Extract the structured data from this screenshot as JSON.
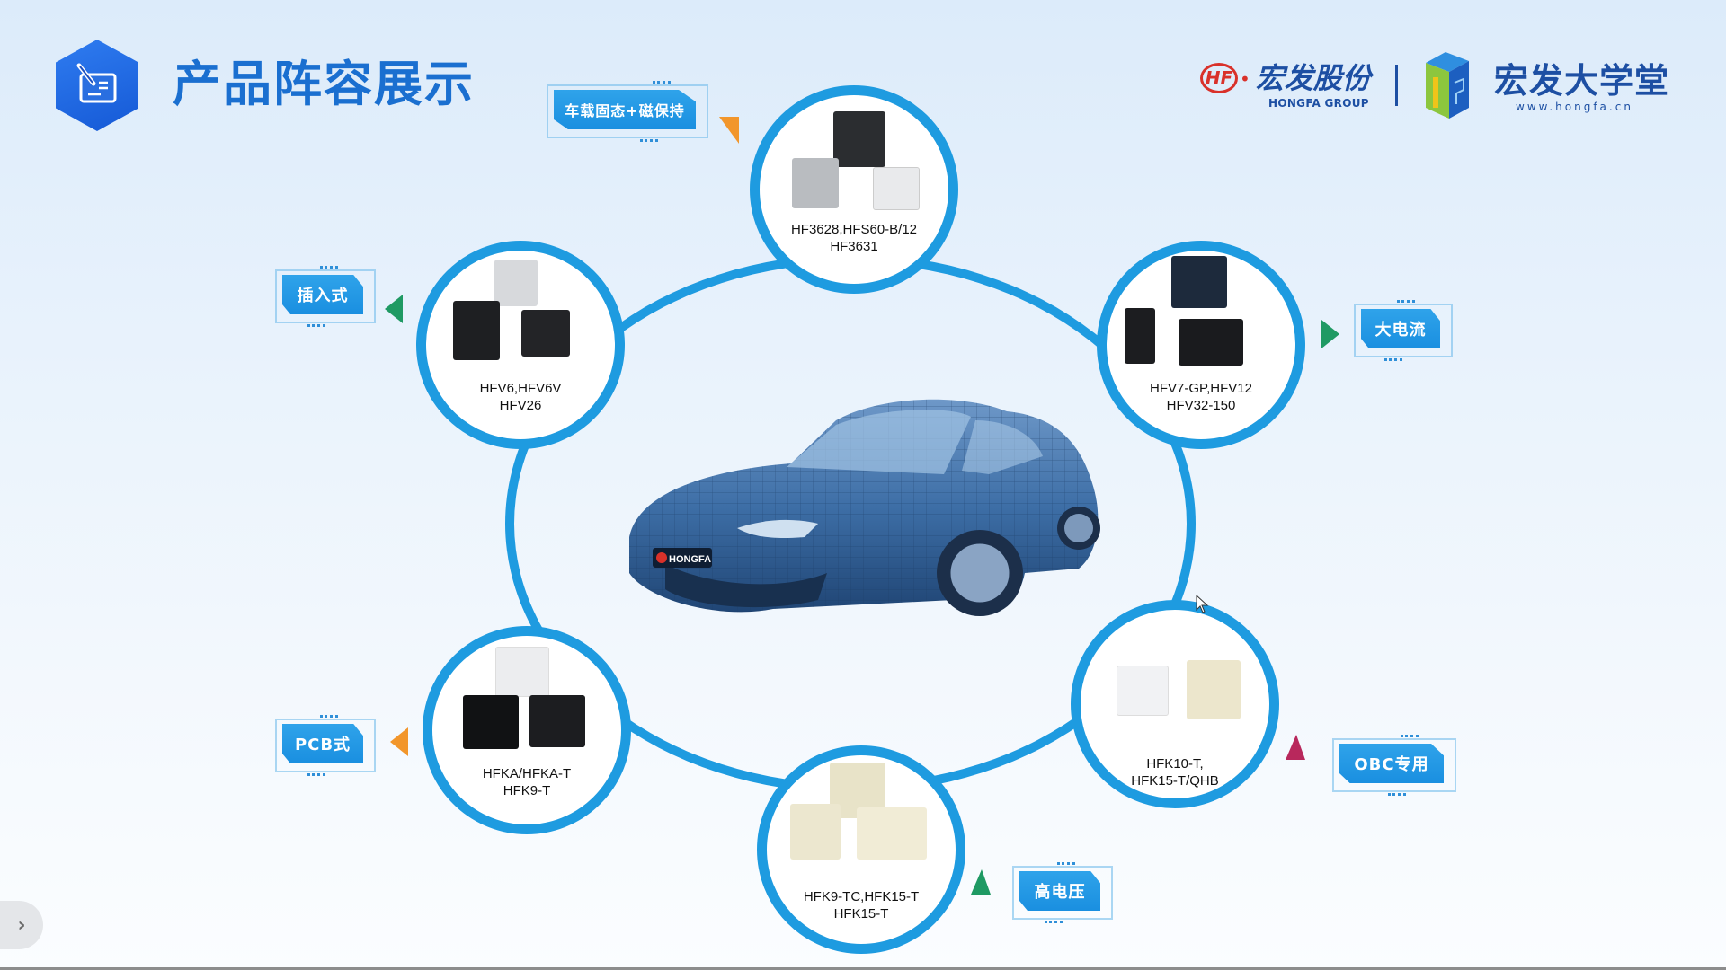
{
  "header": {
    "title": "产品阵容展示",
    "icon": "document-edit-icon"
  },
  "logos": {
    "group_mark": "HF",
    "group_cn": "宏发股份",
    "group_en": "HONGFA GROUP",
    "academy_cn": "宏发大学堂",
    "academy_url": "www.hongfa.cn"
  },
  "center": {
    "image": "car-wireframe",
    "badge": "HONGFA"
  },
  "products": [
    {
      "id": "top",
      "models_line1": "HF3628,HFS60-B/12",
      "models_line2": "HF3631",
      "category": "车载固态+磁保持",
      "pointer_color": "#f2962b"
    },
    {
      "id": "upper-left",
      "models_line1": "HFV6,HFV6V",
      "models_line2": "HFV26",
      "category": "插入式",
      "pointer_color": "#1f9a63"
    },
    {
      "id": "upper-right",
      "models_line1": "HFV7-GP,HFV12",
      "models_line2": "HFV32-150",
      "category": "大电流",
      "pointer_color": "#1f9a63"
    },
    {
      "id": "lower-left",
      "models_line1": "HFKA/HFKA-T",
      "models_line2": "HFK9-T",
      "category": "PCB式",
      "pointer_color": "#f2962b"
    },
    {
      "id": "bottom",
      "models_line1": "HFK9-TC,HFK15-T",
      "models_line2": "HFK15-T",
      "category": "高电压",
      "pointer_color": "#1f9a63"
    },
    {
      "id": "lower-right",
      "models_line1": "HFK10-T,",
      "models_line2": "HFK15-T/QHB",
      "category": "OBC专用",
      "pointer_color": "#b8285c"
    }
  ],
  "controls": {
    "next_label": "›"
  },
  "colors": {
    "accent_blue": "#1e9be0",
    "title_blue": "#1a6fd0",
    "brand_navy": "#1d4fa3",
    "brand_red": "#d9312a"
  }
}
